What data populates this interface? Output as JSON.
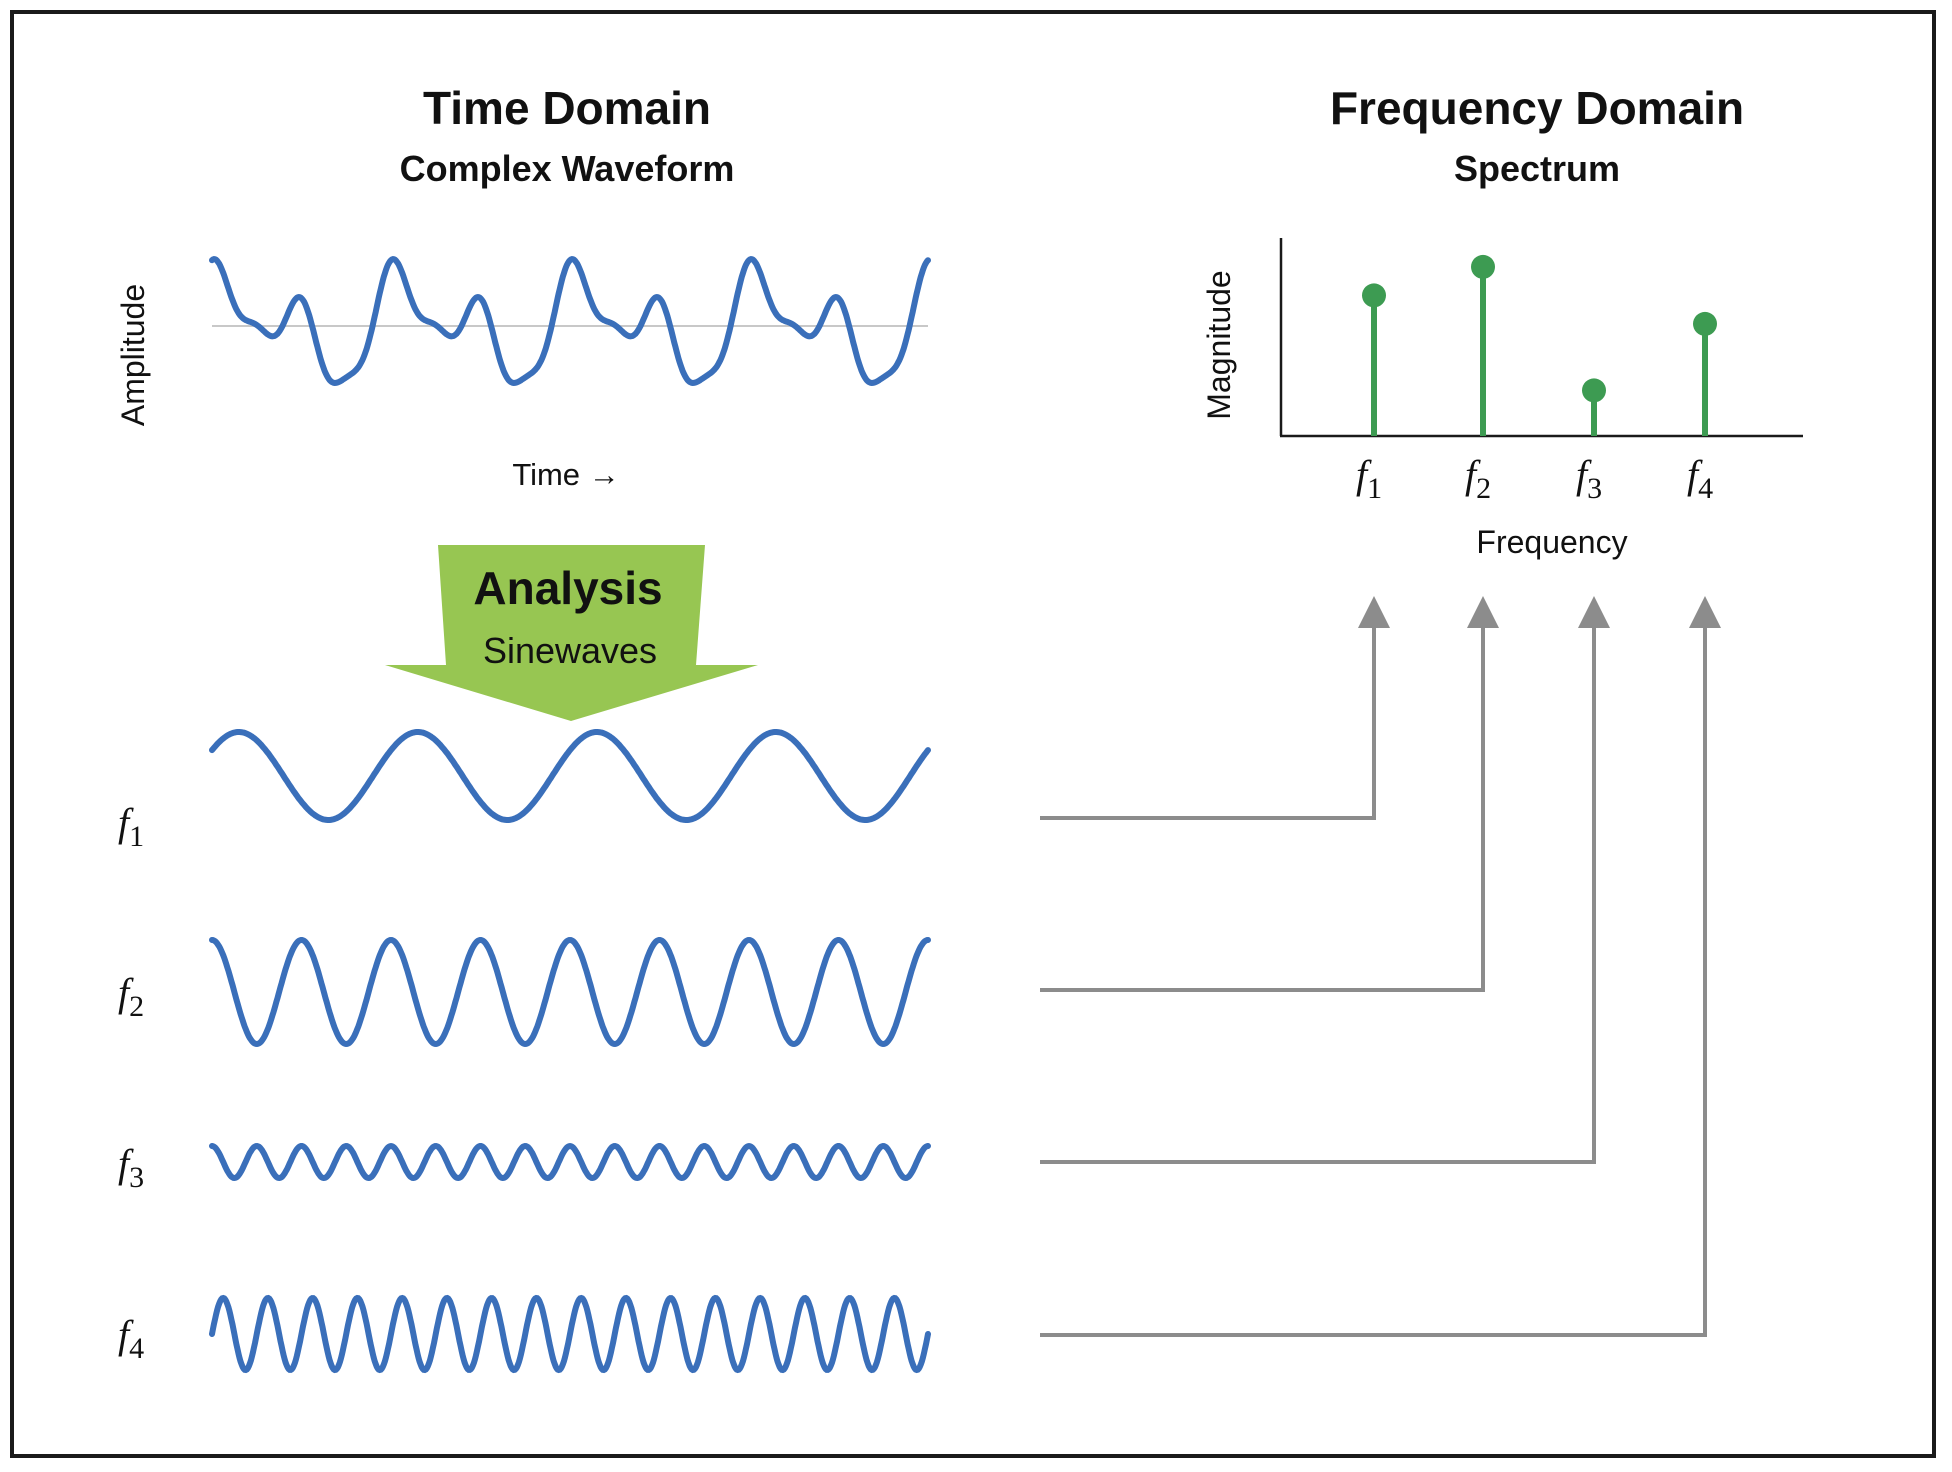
{
  "time_domain": {
    "title": "Time Domain",
    "subtitle": "Complex Waveform",
    "y_label": "Amplitude",
    "x_label": "Time →"
  },
  "analysis": {
    "title": "Analysis",
    "subtitle": "Sinewaves"
  },
  "frequency_domain": {
    "title": "Frequency Domain",
    "subtitle": "Spectrum",
    "y_label": "Magnitude",
    "x_label": "Frequency"
  },
  "components": [
    {
      "symbol": "f",
      "index": "1"
    },
    {
      "symbol": "f",
      "index": "2"
    },
    {
      "symbol": "f",
      "index": "3"
    },
    {
      "symbol": "f",
      "index": "4"
    }
  ],
  "colors": {
    "wave": "#3a6fba",
    "stem": "#3d9b52",
    "arrow_fill": "#97c652",
    "connector": "#8c8c8c",
    "axis": "#1a1a1a",
    "zero_line": "#c8c8c8"
  },
  "chart_data": {
    "type": "stem",
    "categories": [
      "f1",
      "f2",
      "f3",
      "f4"
    ],
    "values": [
      0.74,
      0.89,
      0.24,
      0.59
    ],
    "xlabel": "Frequency",
    "ylabel": "Magnitude"
  }
}
